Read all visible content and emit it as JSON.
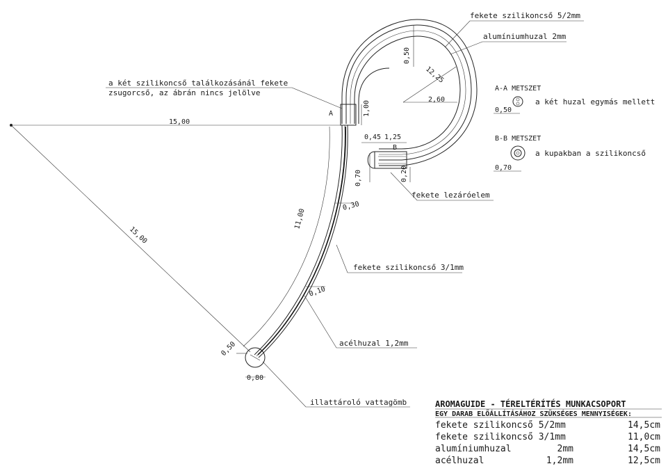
{
  "labels": {
    "silicone_5_2": "fekete szilikoncső 5/2mm",
    "aluminium_wire": "alumíniumhuzal 2mm",
    "shrink_tube_line1": "a két szilikoncső találkozásánál fekete",
    "shrink_tube_line2": "zsugorcső, az ábrán nincs jelölve",
    "end_cap": "fekete lezáróelem",
    "silicone_3_1": "fekete szilikoncső 3/1mm",
    "steel_wire": "acélhuzal 1,2mm",
    "cotton_ball": "illattároló vattagömb"
  },
  "sections": {
    "a_title": "A-A METSZET",
    "a_desc": "a két huzal egymás mellett",
    "a_dim": "0,50",
    "b_title": "B-B METSZET",
    "b_desc": "a kupakban a szilikoncső",
    "b_dim": "0,70"
  },
  "markers": {
    "a": "A",
    "b": "B"
  },
  "dimensions": {
    "d_15_horizontal": "15,00",
    "d_15_diagonal": "15,00",
    "d_11": "11,00",
    "d_12_25": "12,25",
    "d_2_60": "2,60",
    "d_0_50_top": "0,50",
    "d_1_00": "1,00",
    "d_0_45": "0,45",
    "d_1_25": "1,25",
    "d_0_70": "0,70",
    "d_0_20": "0,20",
    "d_0_30": "0,30",
    "d_0_10": "0,10",
    "d_0_50_bottom": "0,50",
    "d_0_80": "0,80"
  },
  "table": {
    "title": "AROMAGUIDE - TÉRELTÉRÍTÉS MUNKACSOPORT",
    "subtitle": "EGY DARAB ELŐÁLLÍTÁSÁHOZ SZÜKSÉGES MENNYISÉGEK:",
    "rows": [
      {
        "name": "fekete szilikoncső 5/2mm",
        "spec": "",
        "qty": "14,5cm"
      },
      {
        "name": "fekete szilikoncső 3/1mm",
        "spec": "",
        "qty": "11,0cm"
      },
      {
        "name": "alumíniumhuzal",
        "spec": "2mm",
        "qty": "14,5cm"
      },
      {
        "name": "acélhuzal",
        "spec": "1,2mm",
        "qty": "12,5cm"
      }
    ]
  }
}
